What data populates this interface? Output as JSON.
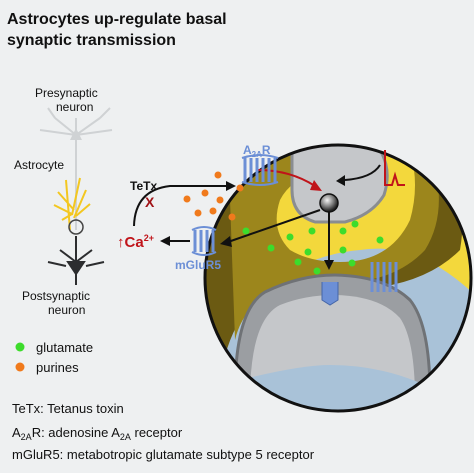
{
  "title_line1": "Astrocytes up-regulate basal",
  "title_line2": "synaptic transmission",
  "cell_labels": {
    "presynaptic_1": "Presynaptic",
    "presynaptic_2": "neuron",
    "astrocyte": "Astrocyte",
    "postsynaptic_1": "Postsynaptic",
    "postsynaptic_2": "neuron"
  },
  "diagram_labels": {
    "tetx": "TeTx",
    "x_mark": "X",
    "a2ar_a": "A",
    "a2ar_sub": "2A",
    "a2ar_r": "R",
    "calcium_arrow": "↑",
    "calcium": "Ca",
    "calcium_sup": "2+",
    "mglur5": "mGluR5"
  },
  "legend": [
    {
      "label": "glutamate",
      "color": "#3ddc2c"
    },
    {
      "label": "purines",
      "color": "#f07a1c"
    }
  ],
  "abbreviations": {
    "tetx_line": "TeTx: Tetanus toxin",
    "a2ar_pre_a": "A",
    "a2ar_pre_sub": "2A",
    "a2ar_pre_r": "R: adenosine A",
    "a2ar_mid_sub": "2A",
    "a2ar_post": " receptor",
    "mglur5_line": "mGluR5: metabotropic glutamate subtype 5 receptor"
  },
  "colors": {
    "background": "#eef0f1",
    "astrocyte_yellow": "#f3d83c",
    "dark_olive": "#6b5a12",
    "olive": "#9c861c",
    "neuron_gray": "#9b9ea2",
    "neuron_light": "#c5c7ca",
    "extracellular_blue": "#a9c2d8",
    "receptor_blue": "#6c8fd6",
    "arrow_red": "#c0141a",
    "glutamate": "#3ddc2c",
    "purines": "#f07a1c"
  }
}
